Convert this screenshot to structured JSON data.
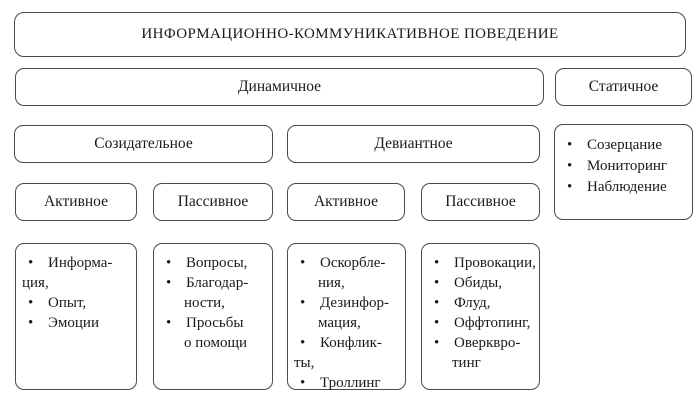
{
  "colors": {
    "border": "#4a4a4a",
    "text": "#1a1a1a",
    "background": "#ffffff"
  },
  "bullet_char": "•",
  "root": {
    "label": "ИНФОРМАЦИОННО-КОММУНИКАТИВНОЕ ПОВЕДЕНИЕ"
  },
  "level2": {
    "dynamic": {
      "label": "Динамичное"
    },
    "static": {
      "label": "Статичное"
    }
  },
  "level3": {
    "constructive": {
      "label": "Созидательное"
    },
    "deviant": {
      "label": "Девиантное"
    }
  },
  "static_behaviors": {
    "lines": [
      {
        "text": "Созерцание",
        "style": "b"
      },
      {
        "text": "Мониторинг",
        "style": "b"
      },
      {
        "text": "Наблюдение",
        "style": "b"
      }
    ]
  },
  "level4": {
    "constructive_active": {
      "label": "Активное"
    },
    "constructive_passive": {
      "label": "Пассивное"
    },
    "deviant_active": {
      "label": "Активное"
    },
    "deviant_passive": {
      "label": "Пассивное"
    }
  },
  "level5": {
    "constructive_active": {
      "lines": [
        {
          "text": "Информа-",
          "style": "b"
        },
        {
          "text": "ция,",
          "style": "f"
        },
        {
          "text": "Опыт,",
          "style": "b"
        },
        {
          "text": "Эмоции",
          "style": "b"
        }
      ]
    },
    "constructive_passive": {
      "lines": [
        {
          "text": "Вопросы,",
          "style": "b"
        },
        {
          "text": "Благодар-",
          "style": "b"
        },
        {
          "text": "ности,",
          "style": "h"
        },
        {
          "text": "Просьбы",
          "style": "b"
        },
        {
          "text": "о помощи",
          "style": "h"
        }
      ]
    },
    "deviant_active": {
      "lines": [
        {
          "text": "Оскорбле-",
          "style": "b"
        },
        {
          "text": "ния,",
          "style": "h"
        },
        {
          "text": "Дезинфор-",
          "style": "b"
        },
        {
          "text": "мация,",
          "style": "h"
        },
        {
          "text": "Конфлик-",
          "style": "b"
        },
        {
          "text": "ты,",
          "style": "f"
        },
        {
          "text": "Троллинг",
          "style": "b"
        }
      ]
    },
    "deviant_passive": {
      "lines": [
        {
          "text": "Провокации,",
          "style": "b"
        },
        {
          "text": "Обиды,",
          "style": "b"
        },
        {
          "text": "Флуд,",
          "style": "b"
        },
        {
          "text": "Оффтопинг,",
          "style": "b"
        },
        {
          "text": "Оверквро-",
          "style": "b"
        },
        {
          "text": "тинг",
          "style": "h"
        }
      ]
    }
  }
}
